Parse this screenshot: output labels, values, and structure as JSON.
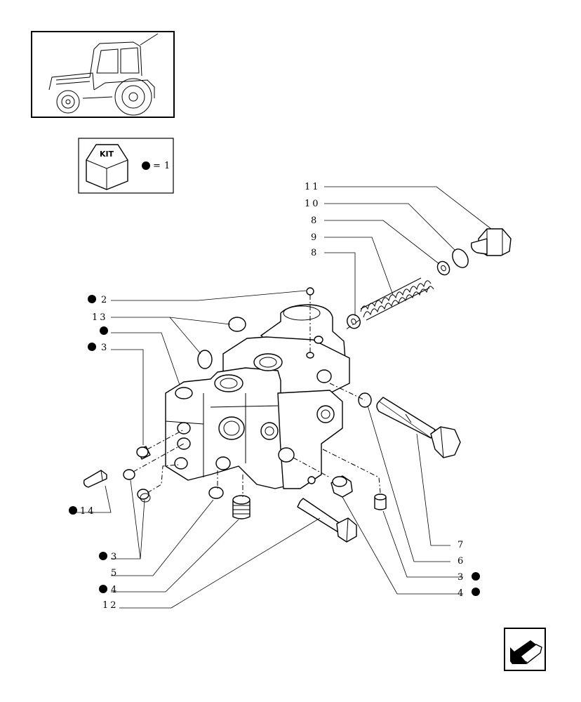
{
  "kit": {
    "badge": "KIT",
    "legend_eq": "=",
    "legend_value": "1"
  },
  "callouts": {
    "c11": "11",
    "c10": "10",
    "c8a": "8",
    "c9": "9",
    "c8b": "8",
    "c2": "2",
    "c13": "13",
    "c3a": "3",
    "c14": "14",
    "c3b": "3",
    "c5": "5",
    "c4a": "4",
    "c12": "12",
    "c7": "7",
    "c6": "6",
    "c3c": "3",
    "c4b": "4"
  },
  "colors": {
    "ink": "#000000",
    "paper": "#ffffff"
  },
  "icons": {
    "thumbnail": "tractor-thumbnail-icon",
    "kit": "kit-box-icon",
    "nav": "next-page-arrow-icon"
  }
}
